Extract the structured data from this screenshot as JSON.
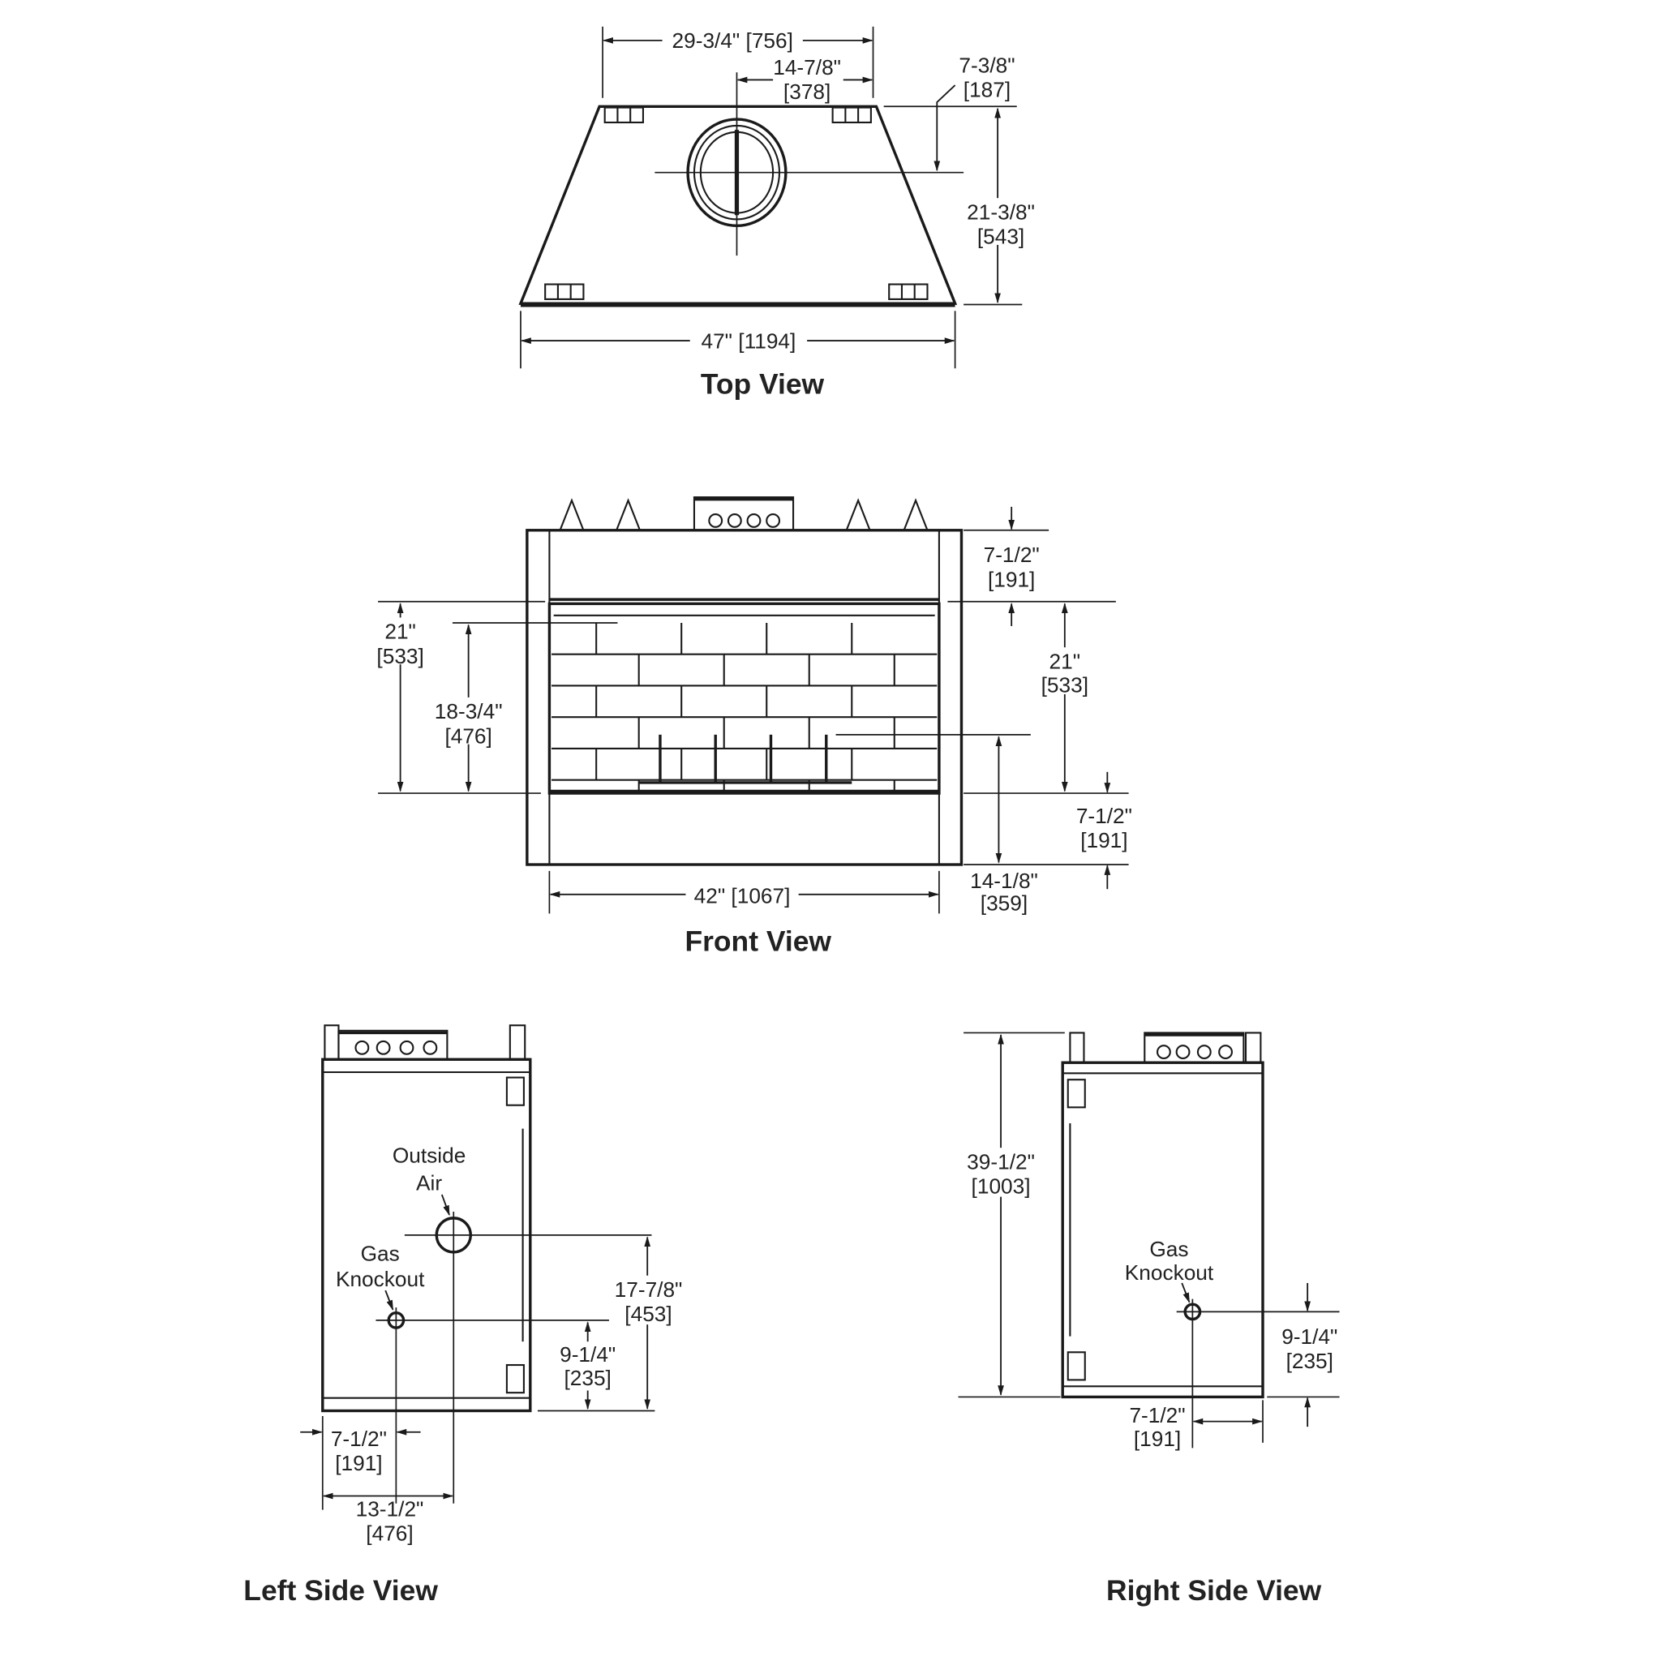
{
  "top_view": {
    "title": "Top View",
    "dim_overall_back": "29-3/4\" [756]",
    "dim_flue_offset": [
      "14-7/8\"",
      "[378]"
    ],
    "dim_flue_depth": [
      "7-3/8\"",
      "[187]"
    ],
    "dim_depth": [
      "21-3/8\"",
      "[543]"
    ],
    "dim_overall_width": "47\" [1194]"
  },
  "front_view": {
    "title": "Front View",
    "dim_top_header": [
      "7-1/2\"",
      "[191]"
    ],
    "dim_opening_height_right": [
      "21\"",
      "[533]"
    ],
    "dim_bottom": [
      "7-1/2\"",
      "[191]"
    ],
    "dim_hearth_height": [
      "14-1/8\"",
      "[359]"
    ],
    "dim_opening_height_left": [
      "21\"",
      "[533]"
    ],
    "dim_firebox_height": [
      "18-3/4\"",
      "[476]"
    ],
    "dim_opening_width": "42\" [1067]"
  },
  "left_side_view": {
    "title": "Left Side View",
    "label_outside_air": [
      "Outside",
      "Air"
    ],
    "label_gas_knockout": [
      "Gas",
      "Knockout"
    ],
    "dim_outside_air_height": [
      "17-7/8\"",
      "[453]"
    ],
    "dim_gas_height": [
      "9-1/4\"",
      "[235]"
    ],
    "dim_gas_offset": [
      "7-1/2\"",
      "[191]"
    ],
    "dim_outside_air_offset": [
      "13-1/2\"",
      "[476]"
    ]
  },
  "right_side_view": {
    "title": "Right Side View",
    "label_gas_knockout": [
      "Gas",
      "Knockout"
    ],
    "dim_overall_height": [
      "39-1/2\"",
      "[1003]"
    ],
    "dim_gas_height": [
      "9-1/4\"",
      "[235]"
    ],
    "dim_gas_offset": [
      "7-1/2\"",
      "[191]"
    ]
  }
}
